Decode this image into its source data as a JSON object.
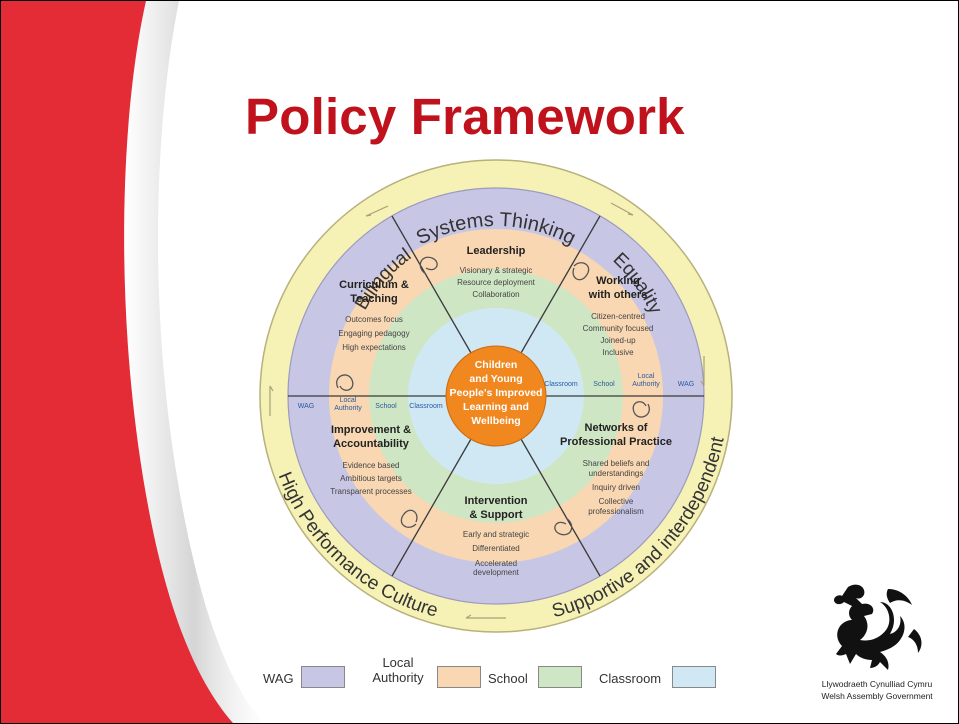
{
  "title": "Policy Framework",
  "colors": {
    "title": "#c0121c",
    "red_band": "#e32c36",
    "outer_ring": "#f6f1b5",
    "wag": "#c7c6e4",
    "local_authority": "#f8d7b2",
    "school": "#cfe6c4",
    "classroom": "#cfe8f4",
    "center": "#f0871f"
  },
  "diagram": {
    "outer_ring": {
      "top": "Systems Thinking",
      "top_right": "Equality",
      "right": "Supportive and interdependent",
      "left": "Bilingual",
      "bottom_left": "High Performance Culture"
    },
    "center": [
      "Children",
      "and Young",
      "People's Improved",
      "Learning and",
      "Wellbeing"
    ],
    "segments": {
      "leadership": {
        "title": "Leadership",
        "items": [
          "Visionary & strategic",
          "Resource deployment",
          "Collaboration"
        ]
      },
      "working_with_others": {
        "title": [
          "Working",
          "with others"
        ],
        "items": [
          "Citizen-centred",
          "Community focused",
          "Joined-up",
          "Inclusive"
        ]
      },
      "curriculum": {
        "title": [
          "Curriculum &",
          "Teaching"
        ],
        "items": [
          "Outcomes focus",
          "Engaging pedagogy",
          "High expectations"
        ]
      },
      "improvement": {
        "title": [
          "Improvement &",
          "Accountability"
        ],
        "items": [
          "Evidence based",
          "Ambitious targets",
          "Transparent processes"
        ]
      },
      "networks": {
        "title": [
          "Networks of",
          "Professional Practice"
        ],
        "items": [
          "Shared beliefs and",
          "understandings",
          "Inquiry driven",
          "Collective",
          "professionalism"
        ]
      },
      "intervention": {
        "title": [
          "Intervention",
          "& Support"
        ],
        "items": [
          "Early and strategic",
          "Differentiated",
          "Accelerated",
          "development"
        ]
      }
    },
    "ring_labels_left": {
      "wag": "WAG",
      "local": [
        "Local",
        "Authority"
      ],
      "school": "School",
      "classroom": "Classroom"
    },
    "ring_labels_right": {
      "classroom": "Classroom",
      "school": "School",
      "local": [
        "Local",
        "Authority"
      ],
      "wag": "WAG"
    }
  },
  "legend": {
    "wag": "WAG",
    "local": [
      "Local",
      "Authority"
    ],
    "school": "School",
    "classroom": "Classroom"
  },
  "logo": {
    "line1": "Llywodraeth Cynulliad Cymru",
    "line2": "Welsh Assembly Government"
  }
}
